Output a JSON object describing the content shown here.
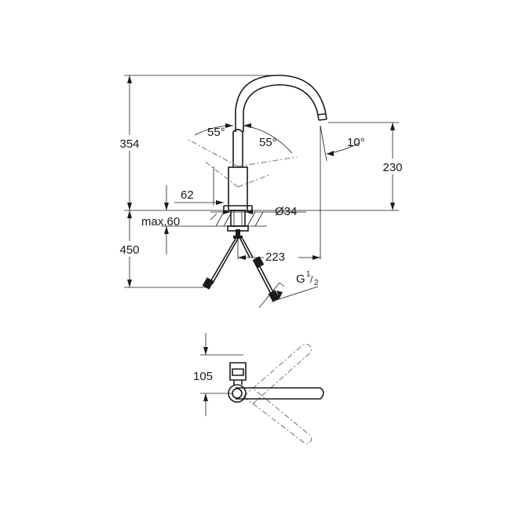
{
  "dimensions": {
    "total_height": "354",
    "spout_height": "230",
    "lever_angle_left": "55°",
    "lever_angle_right": "55°",
    "spout_tilt": "10°",
    "base_width": "62",
    "hole_diameter": "Ø34",
    "max_deck_thickness": "max.60",
    "hose_length": "450",
    "spout_reach": "223",
    "thread_prefix": "G",
    "thread_numerator": "1",
    "thread_denominator": "2",
    "top_view_offset": "105"
  }
}
